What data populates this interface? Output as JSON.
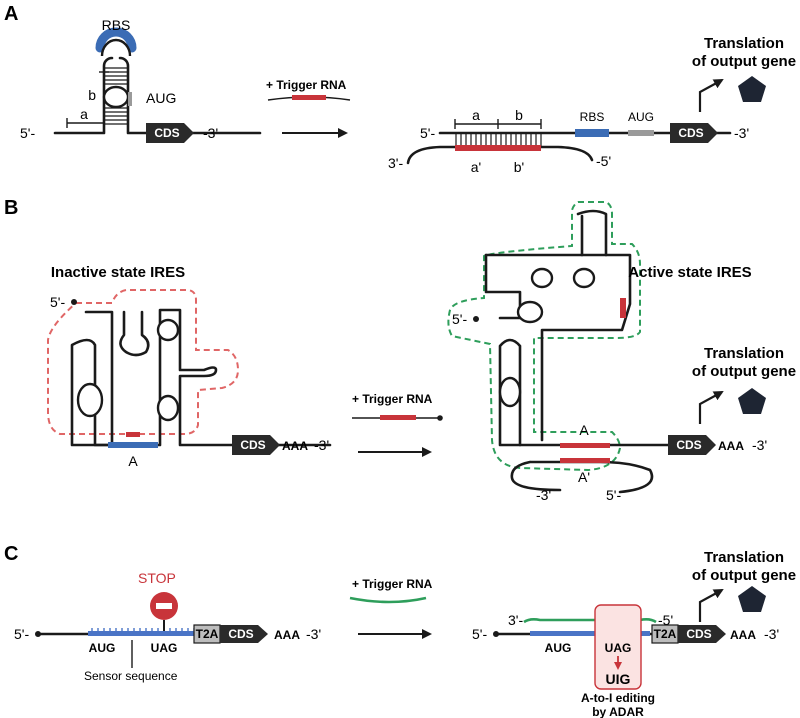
{
  "colors": {
    "rbs": "#3b6cb5",
    "aug": "#9a9a9a",
    "trigger": "#c8343a",
    "inactive_outline": "#e06666",
    "active_outline": "#2e9e5b",
    "sensor": "#4a74c6",
    "trigger_c": "#2e9e5b",
    "stop": "#c8343a",
    "cds": "#2a2a2a",
    "protein": "#1e2533"
  },
  "icons": [
    "arrow-right-icon",
    "bent-arrow-icon",
    "protein-pentagon-icon",
    "stop-sign-icon"
  ],
  "panel_a": {
    "letter": "A",
    "rbs": "RBS",
    "aug": "AUG",
    "label_a": "a",
    "label_b": "b",
    "five_prime": "5'-",
    "three_prime": "-3'",
    "cds": "CDS",
    "trigger": "+ Trigger RNA",
    "out_a": "a",
    "out_b": "b",
    "out_a_prime": "a'",
    "out_b_prime": "b'",
    "out_rbs": "RBS",
    "out_aug": "AUG",
    "out_cds": "CDS",
    "out_5": "5'-",
    "out_3": "-3'",
    "trig_3": "3'-",
    "trig_5": "-5'",
    "translation_1": "Translation",
    "translation_2": "of output gene"
  },
  "panel_b": {
    "letter": "B",
    "inactive_title": "Inactive state IRES",
    "active_title": "Active state IRES",
    "five_prime": "5'-",
    "site_a": "A",
    "cds": "CDS",
    "aaa": "AAA",
    "three_prime": "-3'",
    "trigger": "+ Trigger RNA",
    "act_5": "5'-",
    "act_a": "A",
    "act_a_prime": "A'",
    "act_cds": "CDS",
    "act_aaa": "AAA",
    "act_3": "-3'",
    "trig_3": "-3'",
    "trig_5": "5'-",
    "translation_1": "Translation",
    "translation_2": "of output gene"
  },
  "panel_c": {
    "letter": "C",
    "stop": "STOP",
    "five_prime": "5'-",
    "aug": "AUG",
    "uag": "UAG",
    "t2a": "T2A",
    "cds": "CDS",
    "aaa": "AAA",
    "three_prime": "-3'",
    "sensor_label": "Sensor sequence",
    "trigger": "+ Trigger RNA",
    "out_5": "5'-",
    "trig_3": "3'-",
    "trig_5": "-5'",
    "out_aug": "AUG",
    "out_uag": "UAG",
    "edited": "UIG",
    "out_t2a": "T2A",
    "out_cds": "CDS",
    "out_aaa": "AAA",
    "out_3": "-3'",
    "editing_1": "A-to-I editing",
    "editing_2": "by ADAR",
    "translation_1": "Translation",
    "translation_2": "of output gene"
  }
}
